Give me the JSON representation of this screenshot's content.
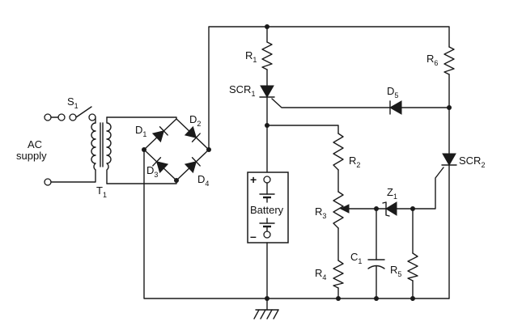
{
  "labels": {
    "ac_supply_line1": "AC",
    "ac_supply_line2": "supply",
    "s1": "S",
    "s1_sub": "1",
    "t1": "T",
    "t1_sub": "1",
    "d1": "D",
    "d1_sub": "1",
    "d2": "D",
    "d2_sub": "2",
    "d3": "D",
    "d3_sub": "3",
    "d4": "D",
    "d4_sub": "4",
    "d5": "D",
    "d5_sub": "5",
    "r1": "R",
    "r1_sub": "1",
    "r2": "R",
    "r2_sub": "2",
    "r3": "R",
    "r3_sub": "3",
    "r4": "R",
    "r4_sub": "4",
    "r5": "R",
    "r5_sub": "5",
    "r6": "R",
    "r6_sub": "6",
    "scr1": "SCR",
    "scr1_sub": "1",
    "scr2": "SCR",
    "scr2_sub": "2",
    "z1": "Z",
    "z1_sub": "1",
    "c1": "C",
    "c1_sub": "1",
    "battery": "Battery",
    "plus": "+",
    "minus": "–"
  }
}
